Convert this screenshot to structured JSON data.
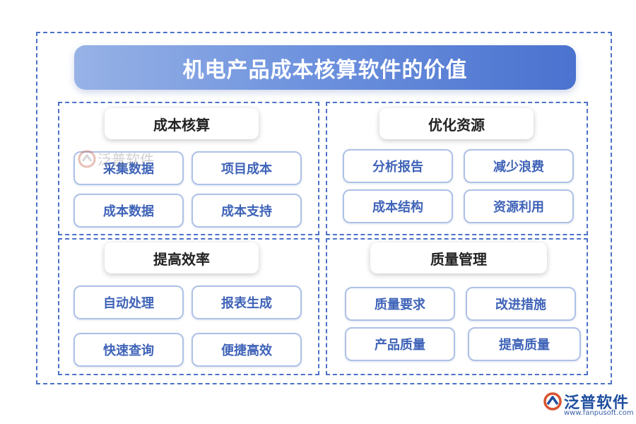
{
  "title": "机电产品成本核算软件的价值",
  "sections": [
    {
      "header": "成本核算",
      "items": [
        "采集数据",
        "项目成本",
        "成本数据",
        "成本支持"
      ]
    },
    {
      "header": "优化资源",
      "items": [
        "分析报告",
        "减少浪费",
        "成本结构",
        "资源利用"
      ]
    },
    {
      "header": "提高效率",
      "items": [
        "自动处理",
        "报表生成",
        "快速查询",
        "便捷高效"
      ]
    },
    {
      "header": "质量管理",
      "items": [
        "质量要求",
        "改进措施",
        "产品质量",
        "提高质量"
      ]
    }
  ],
  "watermark": {
    "text": "泛普软件",
    "icon": "fanpu-logo-icon"
  },
  "logo": {
    "name": "泛普软件",
    "url": "www.fanpusoft.com",
    "icon": "fanpu-logo-icon"
  },
  "colors": {
    "accent": "#4a72c8",
    "item_text": "#3f63b8",
    "item_border": "#aec1e6",
    "title_gradient_start": "#97b2e6",
    "title_gradient_end": "#4a72cf"
  }
}
